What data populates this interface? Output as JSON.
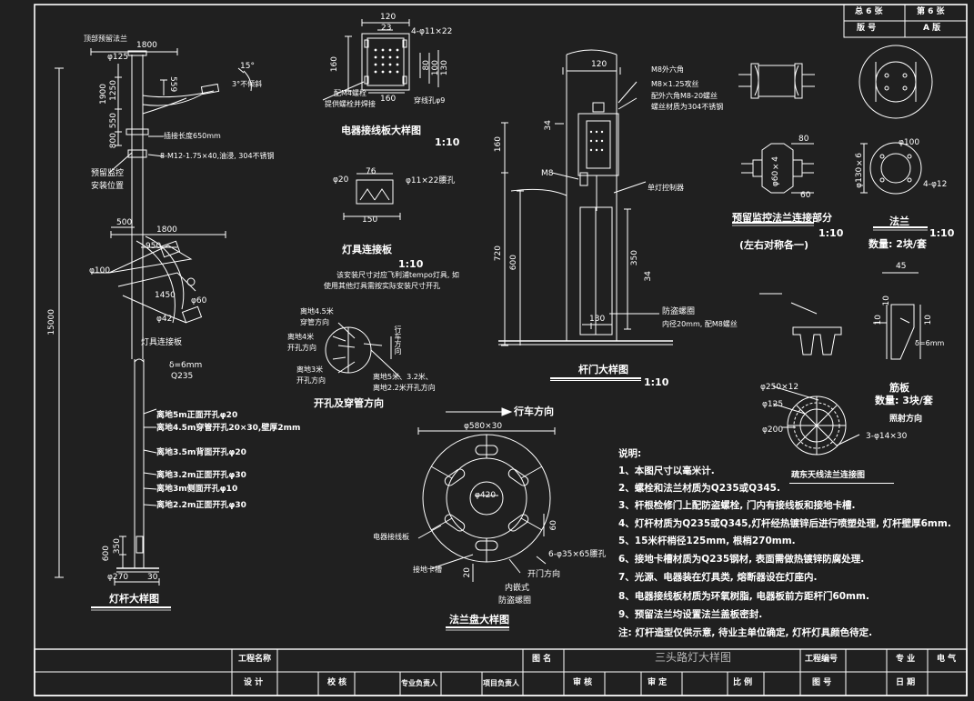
{
  "sheet": {
    "total_label": "总 6 张",
    "sheet_no_label": "第 6 张",
    "version_label": "版 号",
    "version_value": "A 版"
  },
  "titleblock": {
    "project_name_label": "工程名称",
    "drawing_name_label": "图 名",
    "drawing_name_value": "三头路灯大样图",
    "project_no_label": "工程编号",
    "discipline_label": "专 业",
    "discipline_value": "电 气",
    "design_label": "设 计",
    "check_label": "校 核",
    "specialty_lead_label": "专业负责人",
    "project_lead_label": "项目负责人",
    "review_label": "审 核",
    "approve_label": "审 定",
    "scale_label": "比 例",
    "drawing_no_label": "图 号",
    "date_label": "日 期"
  },
  "pole": {
    "top_label": "顶部预留法兰",
    "d125": "φ125",
    "w1800": "1800",
    "h1900": "1900",
    "h1250": "1250",
    "h550": "550",
    "h800": "800",
    "a559": "559",
    "angle15": "15°",
    "a_no_tilt": "3°不倾斜",
    "insert_len": "插接长度650mm",
    "bolt_spec": "8-M12-1.75×40,油浸, 304不锈钢",
    "monitor_pos1": "预留监控",
    "monitor_pos2": "安装位置",
    "lamp_w500": "500",
    "lamp_w1800": "1800",
    "lamp_w950": "950",
    "lamp_d100": "φ100",
    "lamp_1450": "1450",
    "lamp_d60": "φ60",
    "lamp_d42": "φ42",
    "lamp_conn": "灯具连接板",
    "total_h": "15000",
    "thickness": "δ=6mm",
    "material": "Q235",
    "hole1": "离地5m正面开孔φ20",
    "hole2": "离地4.5m穿管开孔20×30,壁厚2mm",
    "hole3": "离地3.5m背面开孔φ20",
    "hole4": "离地3.2m正面开孔φ30",
    "hole5": "离地3m侧面开孔φ10",
    "hole6": "离地2.2m正面开孔φ30",
    "base_600": "600",
    "base_350": "350",
    "base_d270": "φ270",
    "base_30": "30",
    "title": "灯杆大样图"
  },
  "board": {
    "w120": "120",
    "w23": "23",
    "holes": "4-φ11×22",
    "h160": "160",
    "h130": "130",
    "h100": "100",
    "h80": "80",
    "w160": "160",
    "bolt1": "配M4螺栓",
    "bolt2": "提供螺栓并焊接",
    "wire_hole": "穿线孔φ9",
    "title": "电器接线板大样图",
    "scale": "1:10"
  },
  "lampplate": {
    "d20": "φ20",
    "w76": "76",
    "holes": "φ11×22腰孔",
    "w150": "150",
    "title": "灯具连接板",
    "scale": "1:10",
    "note1": "该安装尺寸对应飞利浦tempo灯具, 如",
    "note2": "使用其他灯具需按实际安装尺寸开孔"
  },
  "holedetail": {
    "l45": "离地4.5米",
    "l45b": "穿管方向",
    "l4": "离地4米",
    "l4b": "开孔方向",
    "l3": "离地3米",
    "l3b": "开孔方向",
    "r1": "离地5米、3.2米、",
    "r2": "离地2.2米开孔方向",
    "dir": "行车方向",
    "title": "开孔及穿管方向"
  },
  "door": {
    "w120": "120",
    "hex": "M8外六角",
    "thread": "M8×1.25攻丝",
    "spec1": "配外六角M8-20螺丝",
    "spec2": "螺丝材质为304不锈钢",
    "h160": "160",
    "d34": "34",
    "m8": "M8",
    "ground": "单灯控制器",
    "h720": "720",
    "h600": "600",
    "h350": "350",
    "d34b": "34",
    "w130": "130",
    "anti": "防盗螺圈",
    "inner": "内径20mm, 配M8螺丝",
    "title": "杆门大样图",
    "scale": "1:10"
  },
  "flangebase": {
    "dir": "行车方向",
    "dia": "φ580×30",
    "inner": "φ420",
    "w60": "60",
    "w20": "20",
    "holes": "6-φ35×65腰孔",
    "board": "电器接线板",
    "ground": "接地卡槽",
    "door": "开门方向",
    "inner_type": "内嵌式",
    "anti": "防盗螺圈",
    "title": "法兰盘大样图"
  },
  "monitor": {
    "w80": "80",
    "d60x4": "φ60×4",
    "w60": "60",
    "title": "预留监控法兰连接部分",
    "subtitle": "(左右对称各一)",
    "scale": "1:10"
  },
  "flange": {
    "d100": "φ100",
    "d130": "φ130×6",
    "holes": "4-φ12",
    "title": "法兰",
    "qty": "数量: 2块/套",
    "scale": "1:10"
  },
  "rib": {
    "w45": "45",
    "h10a": "10",
    "h10b": "10",
    "h10c": "10",
    "thick": "δ=6mm",
    "title": "筋板",
    "qty": "数量: 3块/套",
    "dir": "照射方向"
  },
  "mast": {
    "d250": "φ250×12",
    "d125": "φ125",
    "d200": "φ200",
    "holes": "3-φ14×30",
    "title": "疏东天线法兰连接图"
  },
  "notes": {
    "heading": "说明:",
    "items": [
      "1、本图尺寸以毫米计.",
      "2、螺栓和法兰材质为Q235或Q345.",
      "3、杆根检修门上配防盗螺栓, 门内有接线板和接地卡槽.",
      "4、灯杆材质为Q235或Q345,灯杆经热镀锌后进行喷塑处理, 灯杆壁厚6mm.",
      "5、15米杆梢径125mm, 根梢270mm.",
      "6、接地卡槽材质为Q235钢材, 表面需做热镀锌防腐处理.",
      "7、光源、电器装在灯具类, 熔断器设在灯座内.",
      "8、电器接线板材质为环氧树脂, 电器板前方距杆门60mm.",
      "9、预留法兰均设置法兰盖板密封.",
      "注: 灯杆造型仅供示意, 待业主单位确定, 灯杆灯具颜色待定."
    ]
  }
}
